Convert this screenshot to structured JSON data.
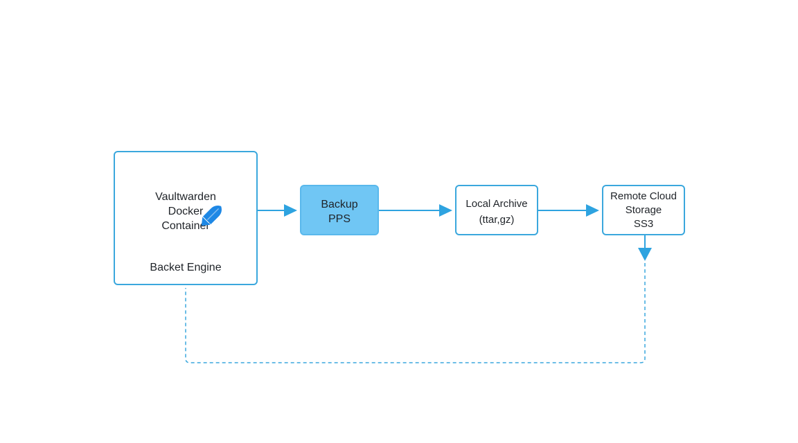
{
  "diagram": {
    "nodes": [
      {
        "id": "vaultwarden",
        "lines": [
          "Vaultwarden",
          "Docker",
          "Container"
        ],
        "sublabel": "Backet Engine",
        "icon": "pen-icon"
      },
      {
        "id": "backup",
        "lines": [
          "Backup",
          "PPS"
        ]
      },
      {
        "id": "local-archive",
        "lines": [
          "Local Archive",
          "(ttar,gz)"
        ]
      },
      {
        "id": "remote-cloud",
        "lines": [
          "Remote Cloud",
          "Storage",
          "SS3"
        ]
      }
    ],
    "edges": [
      {
        "from": "vaultwarden",
        "to": "backup",
        "style": "solid"
      },
      {
        "from": "backup",
        "to": "local-archive",
        "style": "solid"
      },
      {
        "from": "local-archive",
        "to": "remote-cloud",
        "style": "solid"
      },
      {
        "from": "remote-cloud",
        "to": "vaultwarden",
        "style": "dashed"
      }
    ],
    "colors": {
      "accent": "#3aa7dd",
      "highlight_fill": "#70c6f4",
      "arrow": "#2ea3e0",
      "icon": "#1e88e5"
    }
  }
}
